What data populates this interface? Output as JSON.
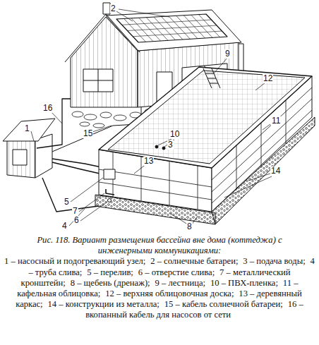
{
  "diagram": {
    "caption": "Рис. 118. Вариант размещения бассейна вне дома (коттеджа) с инженерными коммуникациями:",
    "labels": [
      "2",
      "9",
      "12",
      "16",
      "1",
      "15",
      "10",
      "3",
      "11",
      "13",
      "14",
      "5",
      "7",
      "6",
      "4",
      "8",
      "1 – насосный и подогревающий узел;",
      "2 – солнечные батареи;",
      "3 – подача воды;",
      "4 – труба слива;",
      "5 – перелив;",
      "6 – отверстие слива;",
      "7 – металлический кронштейн;",
      "8 – щебень (дренаж);",
      "9 – лестница;",
      "10 – ПВХ-пленка;",
      "11 – кафельная облицовка;",
      "12 – верхняя облицовочная доска;",
      "13 – деревянный каркас;",
      "14 – конструкции из металла;",
      "15 – кабель солнечной батареи;",
      "16 – вкопанный кабель для насосов от сети"
    ]
  }
}
